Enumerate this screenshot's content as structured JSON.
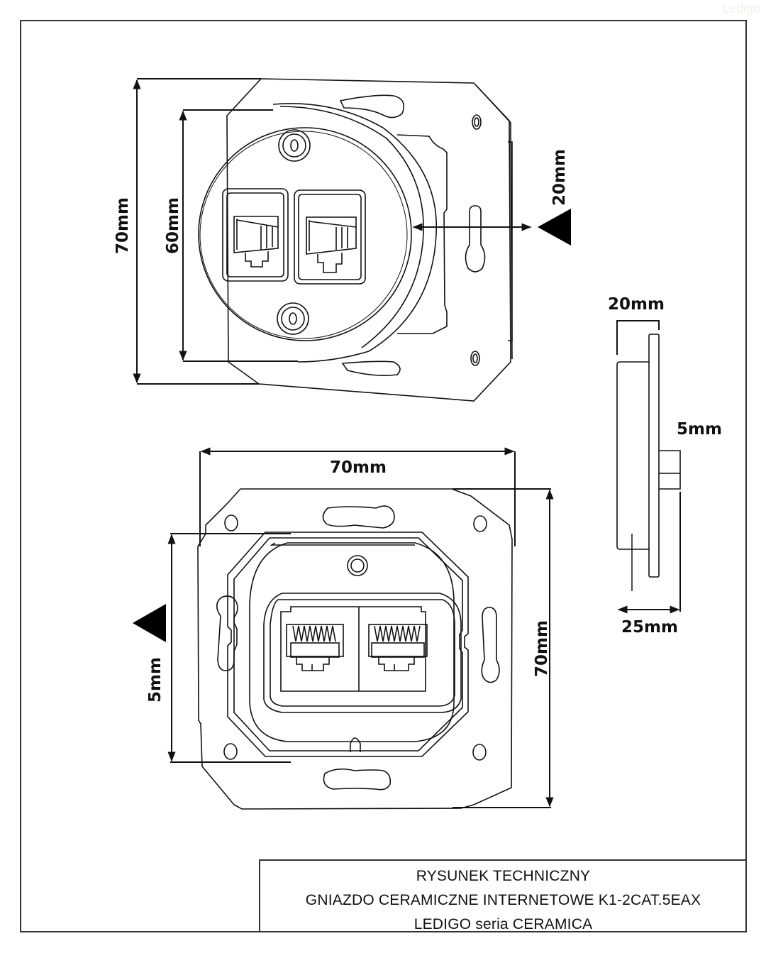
{
  "watermark": "Ledigo",
  "dimensions": {
    "front_view": {
      "outer_height": "70mm",
      "cover_diameter": "60mm",
      "depth": "20mm"
    },
    "side_view": {
      "frame_depth": "20mm",
      "protrusion": "5mm",
      "total_depth": "25mm"
    },
    "mechanism_view": {
      "width": "70mm",
      "height": "70mm",
      "offset": "5mm"
    }
  },
  "title_block": {
    "line1": "RYSUNEK TECHNICZNY",
    "line2": "GNIAZDO CERAMICZNE INTERNETOWE K1-2CAT.5EAX",
    "line3": "LEDIGO seria CERAMICA"
  },
  "colors": {
    "line": "#111111",
    "frame": "#333333",
    "watermark": "#f1f1e4"
  }
}
